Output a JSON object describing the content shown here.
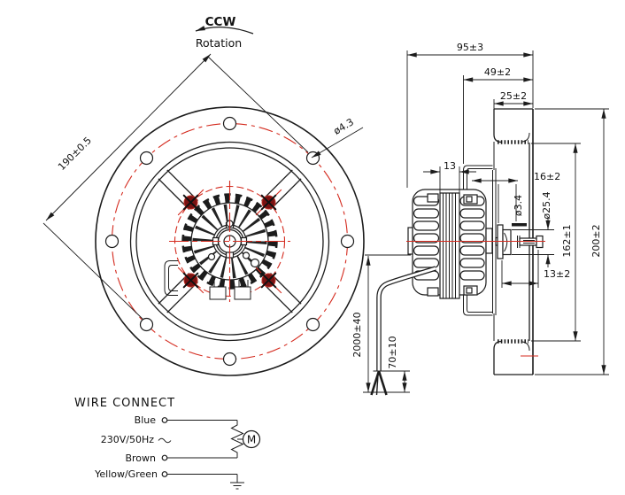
{
  "rotation": {
    "ccw": "CCW",
    "word": "Rotation"
  },
  "front_view": {
    "dim_diagonal": "190±0.5",
    "dim_hole_dia": "ø4.3"
  },
  "side_view": {
    "dim_total_depth": "95±3",
    "dim_motor_depth": "49±2",
    "dim_ring_depth": "25±2",
    "dim_stack": "13",
    "dim_shaft_ext": "16±2",
    "dim_screw_dia": "ø3.4",
    "dim_hub_dia": "ø25.4",
    "dim_inner_height": "162±1",
    "dim_outer_height": "200±2",
    "dim_hub_offset": "13±2",
    "dim_cable_length": "2000±40",
    "dim_strip_length": "70±10"
  },
  "wiring": {
    "heading": "WIRE CONNECT",
    "wires": [
      {
        "label": "Blue"
      },
      {
        "label": "230V/50Hz"
      },
      {
        "label": "Brown"
      },
      {
        "label": "Yellow/Green"
      }
    ],
    "motor_symbol": "M"
  },
  "colors": {
    "line": "#1c1c1c",
    "accent_red": "#d42a1e",
    "bolt_fill": "#7a1212"
  }
}
